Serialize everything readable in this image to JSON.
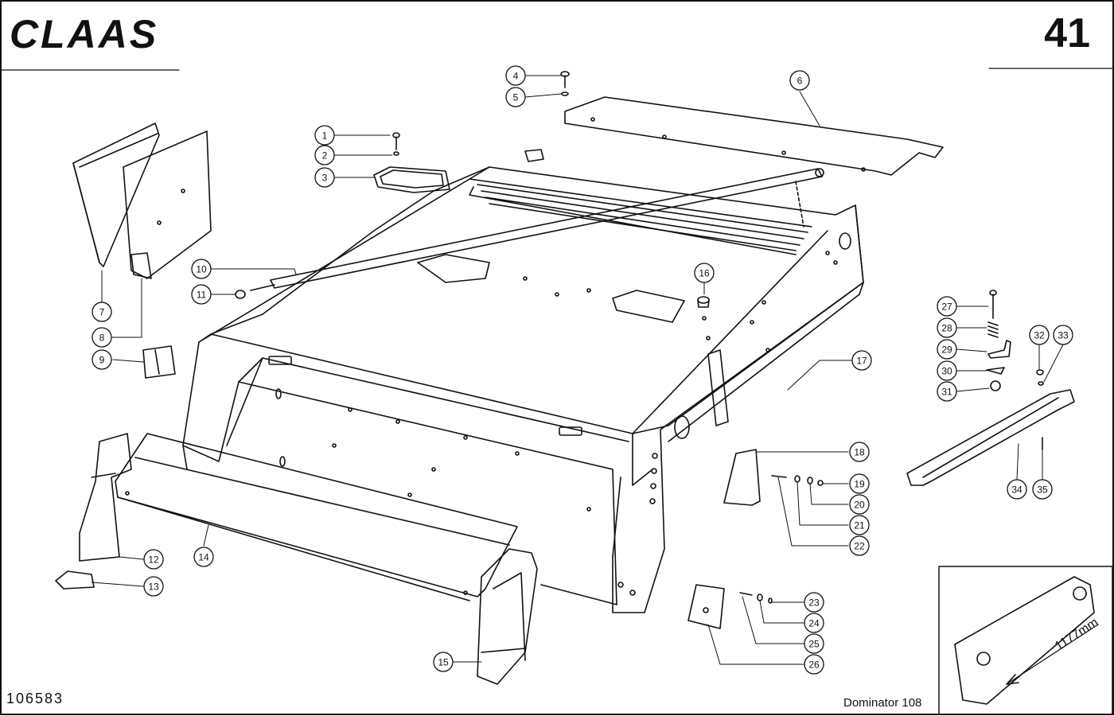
{
  "header": {
    "brand_text": "CLAAS",
    "page_number": "41"
  },
  "footer": {
    "document_number": "106583",
    "model": "Dominator 108"
  },
  "inset": {
    "dimension_label": "1177mm"
  },
  "callouts": [
    "1",
    "2",
    "3",
    "4",
    "5",
    "6",
    "7",
    "8",
    "9",
    "10",
    "11",
    "12",
    "13",
    "14",
    "15",
    "16",
    "17",
    "18",
    "19",
    "20",
    "21",
    "22",
    "23",
    "24",
    "25",
    "26",
    "27",
    "28",
    "29",
    "30",
    "31",
    "32",
    "33",
    "34",
    "35"
  ],
  "colors": {
    "line": "#111111",
    "background": "#ffffff"
  }
}
